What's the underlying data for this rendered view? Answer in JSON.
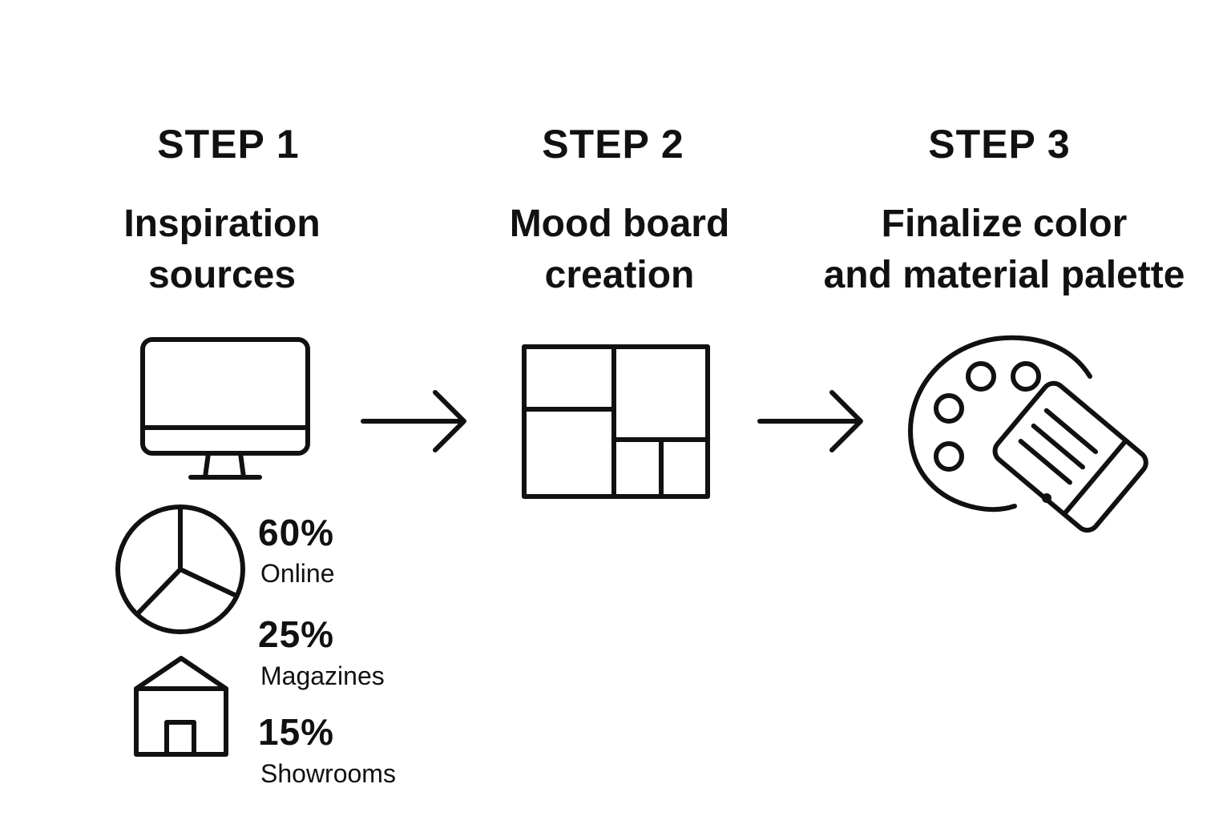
{
  "steps": [
    {
      "heading": "STEP 1",
      "title_lines": [
        "Inspiration",
        "sources"
      ],
      "icon": "monitor-icon"
    },
    {
      "heading": "STEP 2",
      "title_lines": [
        "Mood board",
        "creation"
      ],
      "icon": "grid-layout-icon"
    },
    {
      "heading": "STEP 3",
      "title_lines": [
        "Finalize color",
        "and material palette"
      ],
      "icon": "palette-swatch-icon"
    }
  ],
  "connectors": [
    "arrow-right-icon",
    "arrow-right-icon"
  ],
  "inspiration_breakdown": [
    {
      "value": "60%",
      "label": "Online",
      "share": 0.6
    },
    {
      "value": "25%",
      "label": "Magazines",
      "share": 0.25
    },
    {
      "value": "15%",
      "label": "Showrooms",
      "share": 0.15
    }
  ],
  "breakdown_icons": [
    "pie-chart-icon",
    "house-icon"
  ],
  "colors": {
    "ink": "#111111",
    "background": "#ffffff"
  }
}
